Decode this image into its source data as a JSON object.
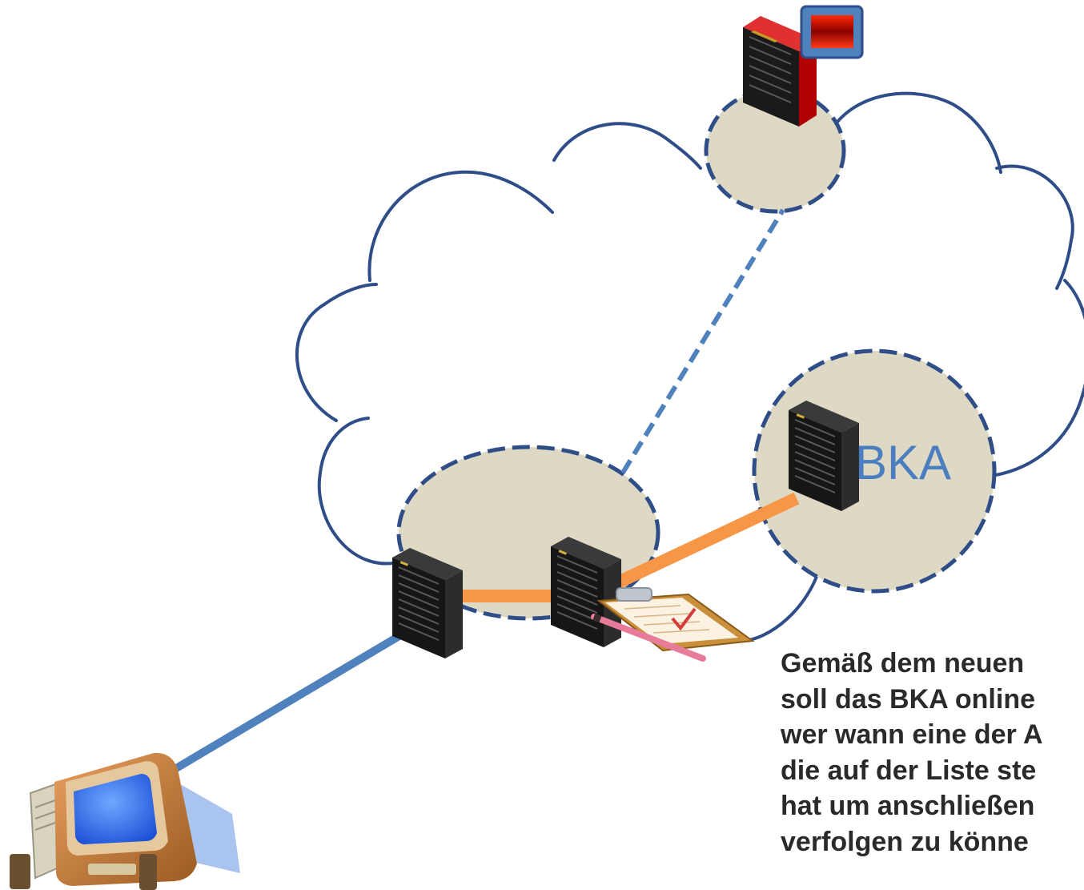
{
  "diagram": {
    "nodes": {
      "bka": {
        "label": "BKA"
      }
    },
    "colors": {
      "cloud_outline": "#2f4d87",
      "zone_fill": "#ddd9c4",
      "zone_outline": "#2f4d87",
      "monitored_link": "#f79646",
      "client_link": "#4f81bd",
      "dashed_link": "#4f81bd",
      "server_body": "#1a1a1a",
      "blocked_server": "#c00000",
      "bka_label": "#4a7ec0"
    },
    "icons": [
      "cloud-outline",
      "server-icon",
      "red-server-icon",
      "warning-monitor-icon",
      "clipboard-checklist-icon",
      "desktop-computer-icon"
    ]
  },
  "caption": {
    "lines": [
      "Gemäß dem neuen",
      "soll das BKA online",
      "wer wann eine der A",
      "die auf der Liste ste",
      "hat um anschließen",
      "verfolgen zu könne"
    ]
  }
}
